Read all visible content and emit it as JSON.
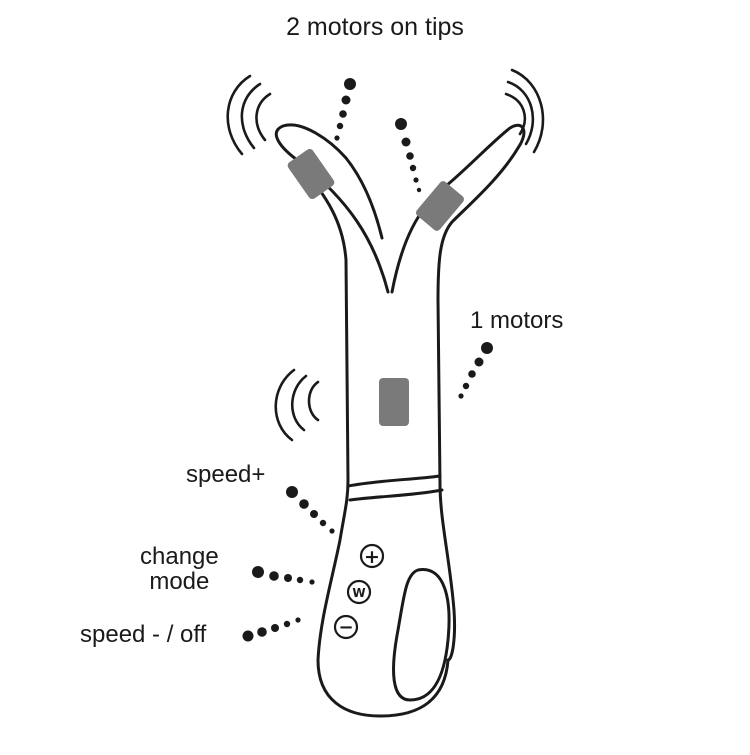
{
  "labels": {
    "tip_motors": "2 motors on tips",
    "body_motor": "1 motors",
    "speed_up": "speed+",
    "change_mode_line1": "change",
    "change_mode_line2": "mode",
    "speed_down": "speed - / off"
  },
  "buttons": {
    "plus": "+",
    "mode": "W",
    "minus": "−"
  },
  "colors": {
    "outline": "#1a1a1a",
    "motor": "#7a7a7a",
    "background": "#ffffff"
  }
}
